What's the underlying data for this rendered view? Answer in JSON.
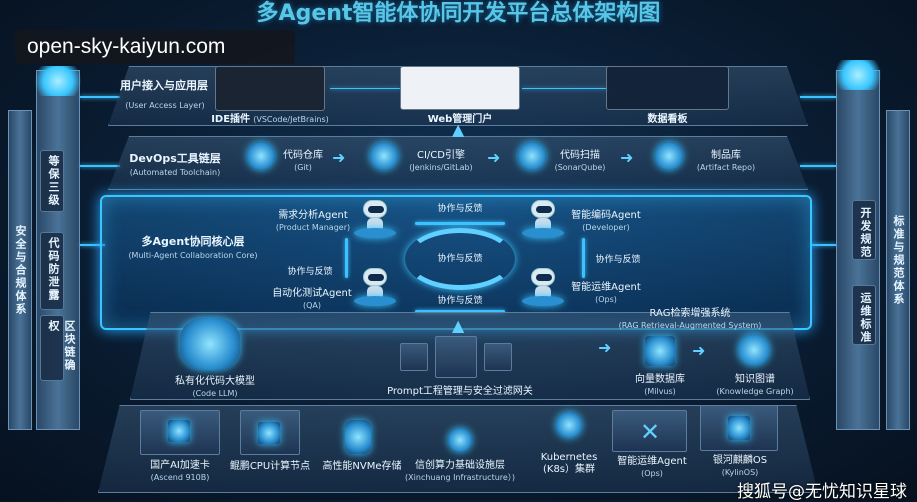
{
  "title": "多Agent智能体协同开发平台总体架构图",
  "watermark_top": "open-sky-kaiyun.com",
  "watermark_bottom": "搜狐号@无忧知识星球",
  "colors": {
    "accent": "#39c6ff",
    "title": "#58c6e4",
    "background": "#0a1d33"
  },
  "left_pillar": {
    "label": "安全与合规体系",
    "items": [
      "等保三级",
      "代码防泄露",
      "区块链确权"
    ]
  },
  "right_pillar": {
    "label": "标准与规范体系",
    "items": [
      "开发规范",
      "运维标准"
    ]
  },
  "user_layer": {
    "label": "用户接入与应用层",
    "sub": "(User Access Layer)",
    "items": [
      {
        "label": "IDE插件",
        "sub": "(VSCode/JetBrains)",
        "icon": "ide-screenshot"
      },
      {
        "label": "Web管理门户",
        "icon": "web-portal-screenshot"
      },
      {
        "label": "数据看板",
        "icon": "dashboard-screenshot"
      }
    ]
  },
  "devops_layer": {
    "label": "DevOps工具链层",
    "sub": "(Automated Toolchain)",
    "items": [
      {
        "label": "代码仓库",
        "sub": "(Git)",
        "icon": "git-icon"
      },
      {
        "label": "CI/CD引擎",
        "sub": "(Jenkins/GitLab)",
        "icon": "gears-icon"
      },
      {
        "label": "代码扫描",
        "sub": "(SonarQube)",
        "icon": "shield-icon"
      },
      {
        "label": "制品库",
        "sub": "(Artifact Repo)",
        "icon": "cubes-icon"
      }
    ]
  },
  "core_layer": {
    "label": "多Agent协同核心层",
    "sub": "(Multi-Agent Collaboration Core)",
    "agents": [
      {
        "label": "需求分析Agent",
        "sub": "(Product Manager)"
      },
      {
        "label": "智能编码Agent",
        "sub": "(Developer)"
      },
      {
        "label": "自动化测试Agent",
        "sub": "(QA)"
      },
      {
        "label": "智能运维Agent",
        "sub": "(Ops)"
      }
    ],
    "feedback_label": "协作与反馈"
  },
  "model_layer": {
    "llm": {
      "label": "私有化代码大模型",
      "sub": "(Code LLM)"
    },
    "gateway": {
      "label": "Prompt工程管理与安全过滤网关"
    },
    "rag": {
      "label": "RAG检索增强系统",
      "sub": "(RAG Retrieval-Augmented System)",
      "items": [
        {
          "label": "向量数据库",
          "sub": "(Milvus)"
        },
        {
          "label": "知识图谱",
          "sub": "(Knowledge Graph)"
        }
      ]
    }
  },
  "infra_layer": {
    "label": "信创算力基础设施层",
    "sub": "(Xinchuang Infrastructure）)",
    "items": [
      {
        "label": "国产AI加速卡",
        "sub": "(Ascend 910B)",
        "icon": "chip-icon"
      },
      {
        "label": "鲲鹏CPU计算节点",
        "icon": "cpu-icon"
      },
      {
        "label": "高性能NVMe存储",
        "icon": "database-icon"
      },
      {
        "label": "Kubernetes",
        "sub": "(K8s）集群",
        "icon": "kubernetes-icon"
      },
      {
        "label": "智能运维Agent",
        "sub": "(Ops)",
        "icon": "tools-icon"
      },
      {
        "label": "银河麒麟OS",
        "sub": "(KylinOS)",
        "icon": "kylin-icon"
      }
    ]
  }
}
